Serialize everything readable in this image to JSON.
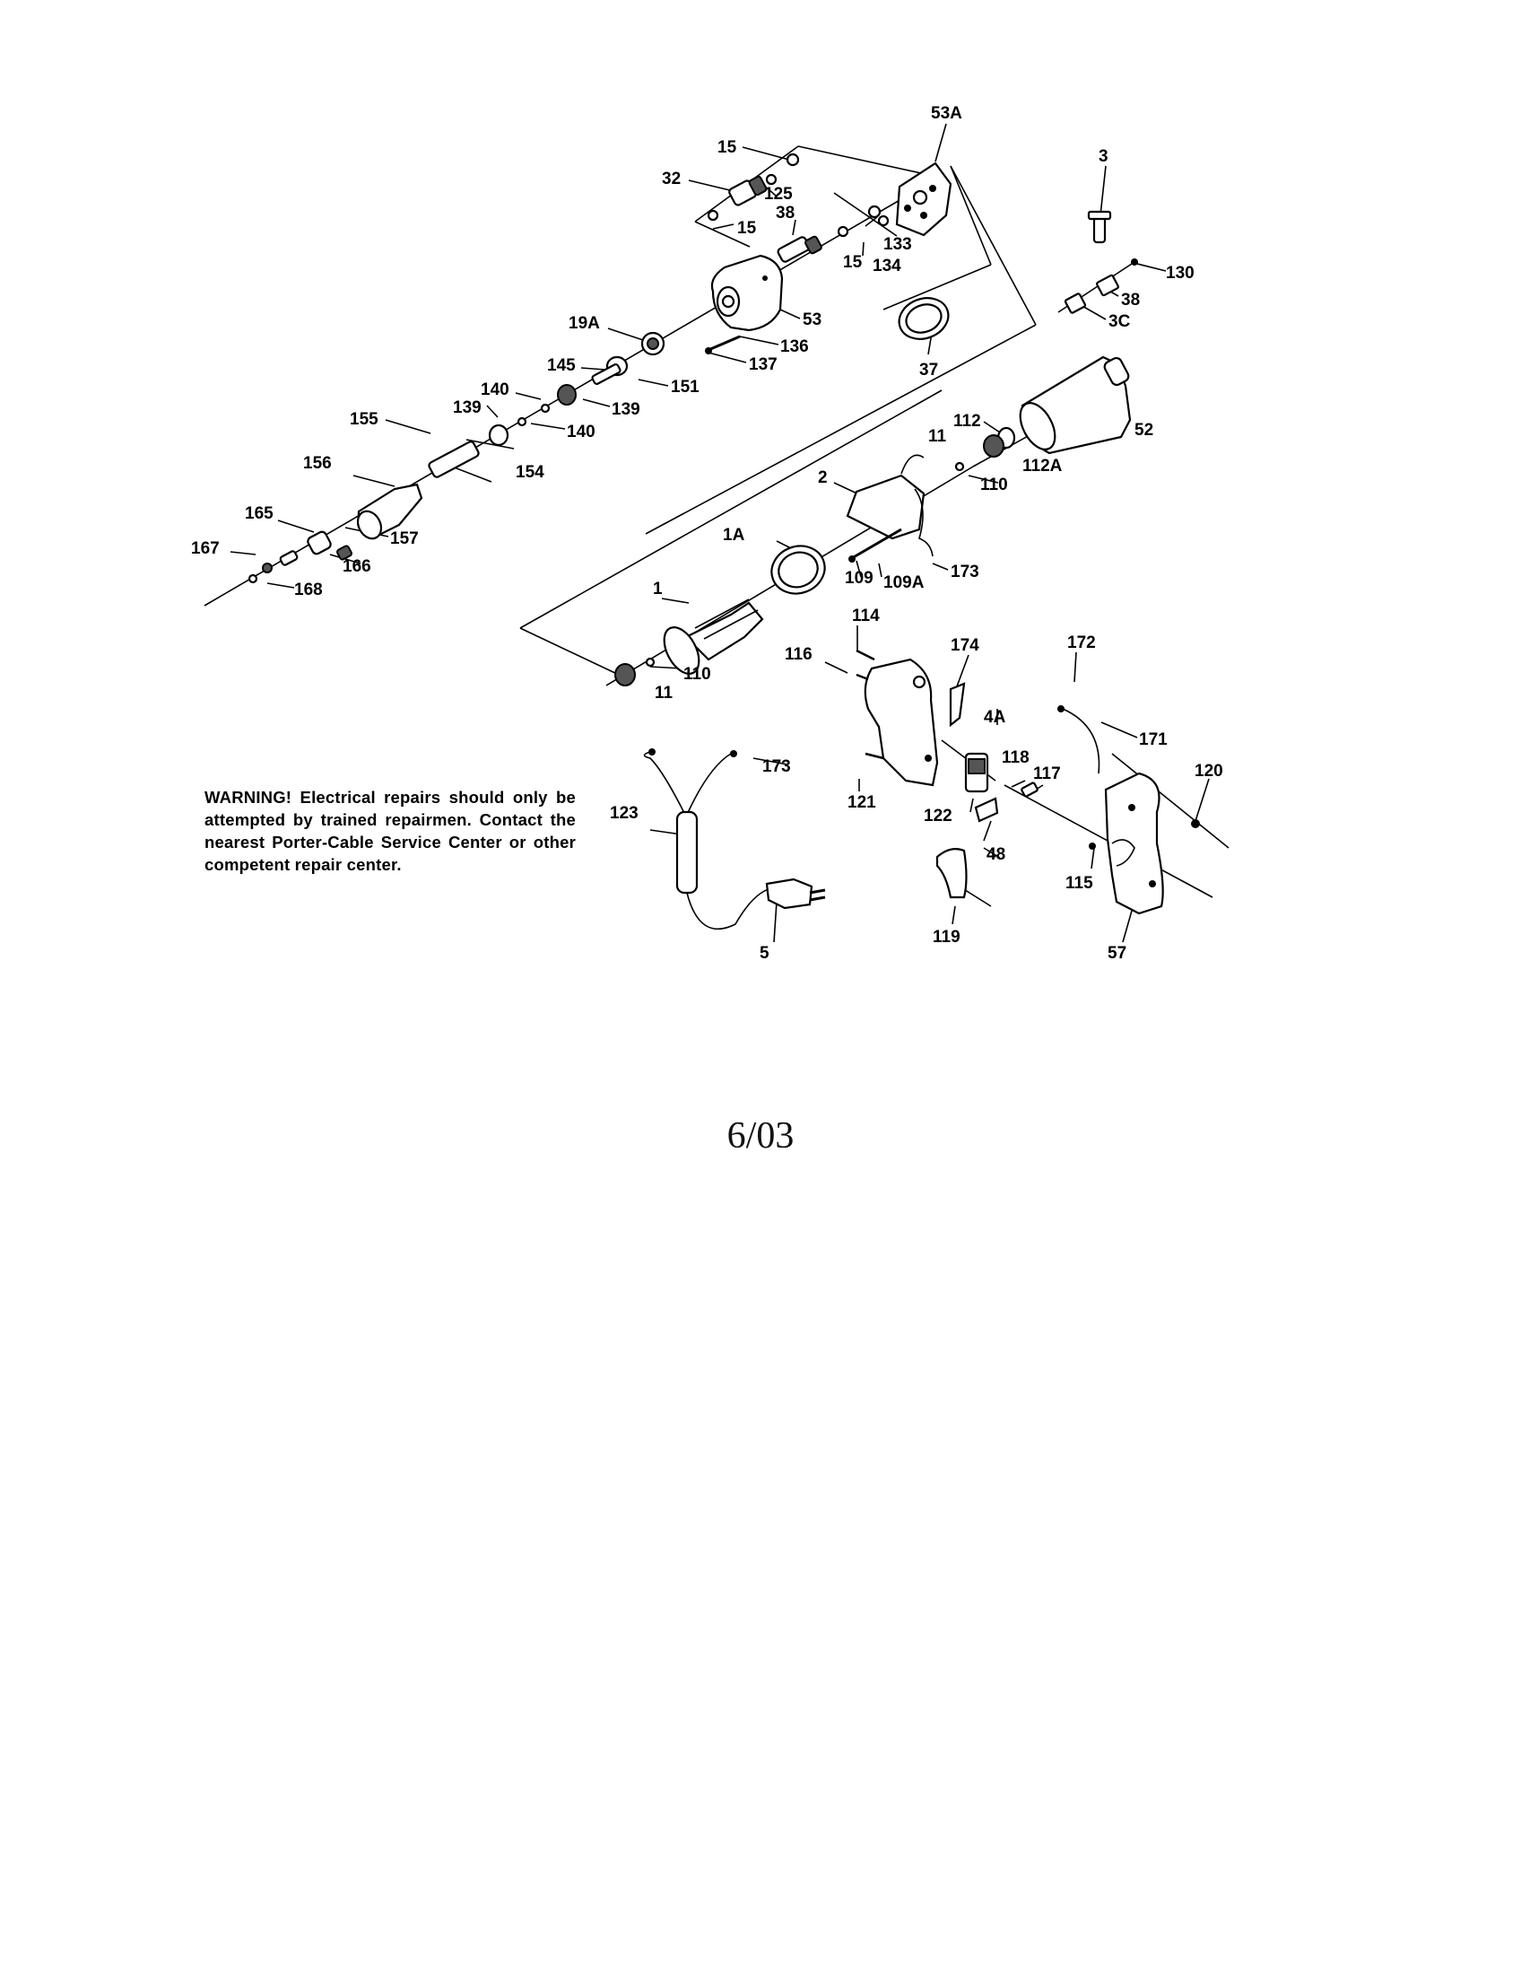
{
  "warning": "WARNING! Electrical repairs should only be attempted by trained repairmen. Contact the nearest Porter-Cable Service Center or other competent repair center.",
  "page_date": "6/03",
  "part_labels": [
    {
      "id": "l53A",
      "text": "53A"
    },
    {
      "id": "l15a",
      "text": "15"
    },
    {
      "id": "l32",
      "text": "32"
    },
    {
      "id": "l125",
      "text": "125"
    },
    {
      "id": "l15b",
      "text": "15"
    },
    {
      "id": "l38a",
      "text": "38"
    },
    {
      "id": "l133",
      "text": "133"
    },
    {
      "id": "l15c",
      "text": "15"
    },
    {
      "id": "l134",
      "text": "134"
    },
    {
      "id": "l3",
      "text": "3"
    },
    {
      "id": "l130",
      "text": "130"
    },
    {
      "id": "l38b",
      "text": "38"
    },
    {
      "id": "l3C",
      "text": "3C"
    },
    {
      "id": "l19A",
      "text": "19A"
    },
    {
      "id": "l53",
      "text": "53"
    },
    {
      "id": "l136",
      "text": "136"
    },
    {
      "id": "l137",
      "text": "137"
    },
    {
      "id": "l37",
      "text": "37"
    },
    {
      "id": "l145",
      "text": "145"
    },
    {
      "id": "l151",
      "text": "151"
    },
    {
      "id": "l140a",
      "text": "140"
    },
    {
      "id": "l139a",
      "text": "139"
    },
    {
      "id": "l155",
      "text": "155"
    },
    {
      "id": "l139b",
      "text": "139"
    },
    {
      "id": "l140b",
      "text": "140"
    },
    {
      "id": "l156",
      "text": "156"
    },
    {
      "id": "l154",
      "text": "154"
    },
    {
      "id": "l52",
      "text": "52"
    },
    {
      "id": "l112",
      "text": "112"
    },
    {
      "id": "l11a",
      "text": "11"
    },
    {
      "id": "l112A",
      "text": "112A"
    },
    {
      "id": "l110a",
      "text": "110"
    },
    {
      "id": "l2",
      "text": "2"
    },
    {
      "id": "l165",
      "text": "165"
    },
    {
      "id": "l157",
      "text": "157"
    },
    {
      "id": "l167",
      "text": "167"
    },
    {
      "id": "l166",
      "text": "166"
    },
    {
      "id": "l168",
      "text": "168"
    },
    {
      "id": "l1A",
      "text": "1A"
    },
    {
      "id": "l109",
      "text": "109"
    },
    {
      "id": "l109A",
      "text": "109A"
    },
    {
      "id": "l173a",
      "text": "173"
    },
    {
      "id": "l1",
      "text": "1"
    },
    {
      "id": "l114",
      "text": "114"
    },
    {
      "id": "l116",
      "text": "116"
    },
    {
      "id": "l174",
      "text": "174"
    },
    {
      "id": "l172",
      "text": "172"
    },
    {
      "id": "l110b",
      "text": "110"
    },
    {
      "id": "l11b",
      "text": "11"
    },
    {
      "id": "l4A",
      "text": "4A"
    },
    {
      "id": "l171",
      "text": "171"
    },
    {
      "id": "l173b",
      "text": "173"
    },
    {
      "id": "l118",
      "text": "118"
    },
    {
      "id": "l117",
      "text": "117"
    },
    {
      "id": "l120",
      "text": "120"
    },
    {
      "id": "l123",
      "text": "123"
    },
    {
      "id": "l121",
      "text": "121"
    },
    {
      "id": "l122",
      "text": "122"
    },
    {
      "id": "l48",
      "text": "48"
    },
    {
      "id": "l115",
      "text": "115"
    },
    {
      "id": "l5",
      "text": "5"
    },
    {
      "id": "l119",
      "text": "119"
    },
    {
      "id": "l57",
      "text": "57"
    }
  ]
}
